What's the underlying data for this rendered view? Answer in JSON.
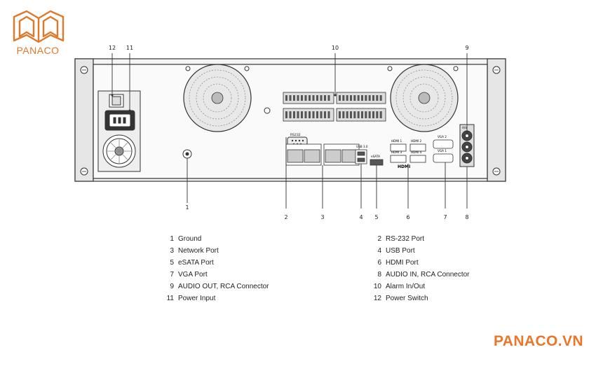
{
  "brand": {
    "logo_text": "PANACO",
    "site": "PANACO.VN"
  },
  "panel_text": {
    "rs232": "RS232",
    "usb": "USB 3.0",
    "esata": "eSATA",
    "hdmi1": "HDMI 1",
    "hdmi2": "HDMI 2",
    "hdmi3": "HDMI 3",
    "hdmi4": "HDMI 4",
    "hdmi_logo": "HDMI",
    "vga1": "VGA 1",
    "vga2": "VGA 2",
    "audio": "A/V"
  },
  "callouts": [
    "12",
    "11",
    "10",
    "9",
    "1",
    "2",
    "3",
    "4",
    "5",
    "6",
    "7",
    "8"
  ],
  "legend": {
    "left": [
      {
        "num": "1",
        "label": "Ground"
      },
      {
        "num": "3",
        "label": "Network Port"
      },
      {
        "num": "5",
        "label": "eSATA Port"
      },
      {
        "num": "7",
        "label": "VGA Port"
      },
      {
        "num": "9",
        "label": "AUDIO OUT, RCA Connector"
      },
      {
        "num": "11",
        "label": "Power Input"
      }
    ],
    "right": [
      {
        "num": "2",
        "label": "RS-232 Port"
      },
      {
        "num": "4",
        "label": "USB Port"
      },
      {
        "num": "6",
        "label": "HDMI Port"
      },
      {
        "num": "8",
        "label": "AUDIO IN, RCA Connector"
      },
      {
        "num": "10",
        "label": "Alarm In/Out"
      },
      {
        "num": "12",
        "label": "Power Switch"
      }
    ]
  },
  "colors": {
    "brand_orange": "#e8772b",
    "line": "#333333",
    "panel_fill": "#f2f2f2"
  }
}
